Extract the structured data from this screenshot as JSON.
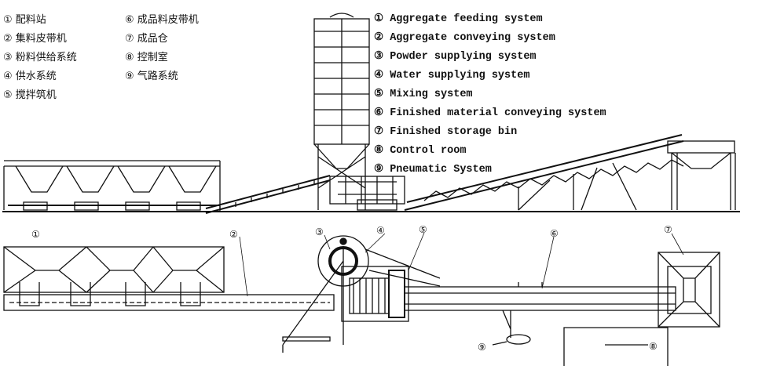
{
  "legend_cn": [
    "① 配料站",
    "② 集料皮带机",
    "③ 粉料供给系统",
    "④ 供水系统",
    "⑤ 搅拌筑机",
    "⑥ 成品料皮带机",
    "⑦ 成品仓",
    "⑧ 控制室",
    "⑨ 气路系统"
  ],
  "legend_en": [
    "① Aggregate feeding system",
    "② Aggregate conveying system",
    "③ Powder supplying system",
    "④ Water supplying system",
    "⑤ Mixing system",
    "⑥ Finished material conveying system",
    "⑦ Finished storage bin",
    "⑧ Control room",
    "⑨ Pneumatic System"
  ],
  "plan_labels": [
    "①",
    "②",
    "③",
    "④",
    "⑤",
    "⑥",
    "⑦",
    "⑧",
    "⑨"
  ]
}
